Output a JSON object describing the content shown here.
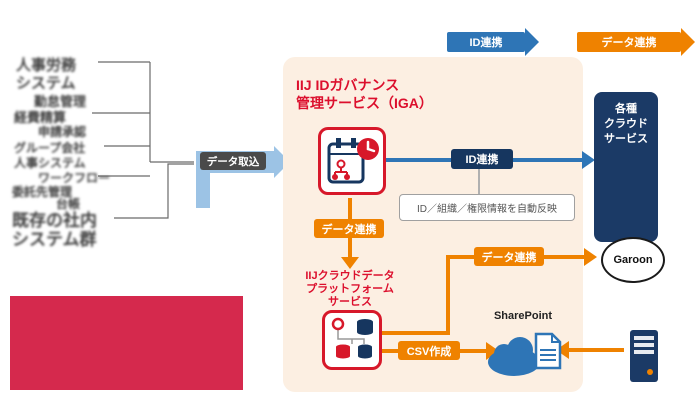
{
  "top_arrows": {
    "id_label": "ID連携",
    "data_label": "データ連携"
  },
  "left_sources": {
    "items": [
      {
        "text": "人事労務"
      },
      {
        "text": "システム"
      },
      {
        "text": "勤怠管理"
      },
      {
        "text": "経費精算"
      },
      {
        "text": "申請承認"
      },
      {
        "text": "グループ会社"
      },
      {
        "text": "人事システム"
      },
      {
        "text": "ワークフロー"
      },
      {
        "text": "委託先管理"
      },
      {
        "text": "台帳"
      },
      {
        "text": "既存の社内"
      },
      {
        "text": "システム群"
      }
    ]
  },
  "import_badge": {
    "label": "データ取込"
  },
  "iga_panel": {
    "title_line1": "IIJ IDガバナンス",
    "title_line2": "管理サービス（IGA）"
  },
  "flows": {
    "id_link_badge": "ID連携",
    "note_text": "ID／組織／権限情報を自動反映",
    "data_link_vertical": "データ連携",
    "data_link_garoon": "データ連携",
    "csv_badge": "CSV作成"
  },
  "platform": {
    "line1": "IIJクラウドデータ",
    "line2": "プラットフォーム",
    "line3": "サービス"
  },
  "cloud_box": {
    "line1": "各種",
    "line2": "クラウド",
    "line3": "サービス"
  },
  "garoon": {
    "label": "Garoon"
  },
  "sharepoint": {
    "label": "SharePoint"
  },
  "colors": {
    "iij_red": "#dc0f2d",
    "orange": "#ef8200",
    "blue": "#2e75b6",
    "navy": "#16365f",
    "panel_peach": "#fcefe2",
    "redacted_red": "#d5294d",
    "import_blue": "#9cc3e5"
  }
}
